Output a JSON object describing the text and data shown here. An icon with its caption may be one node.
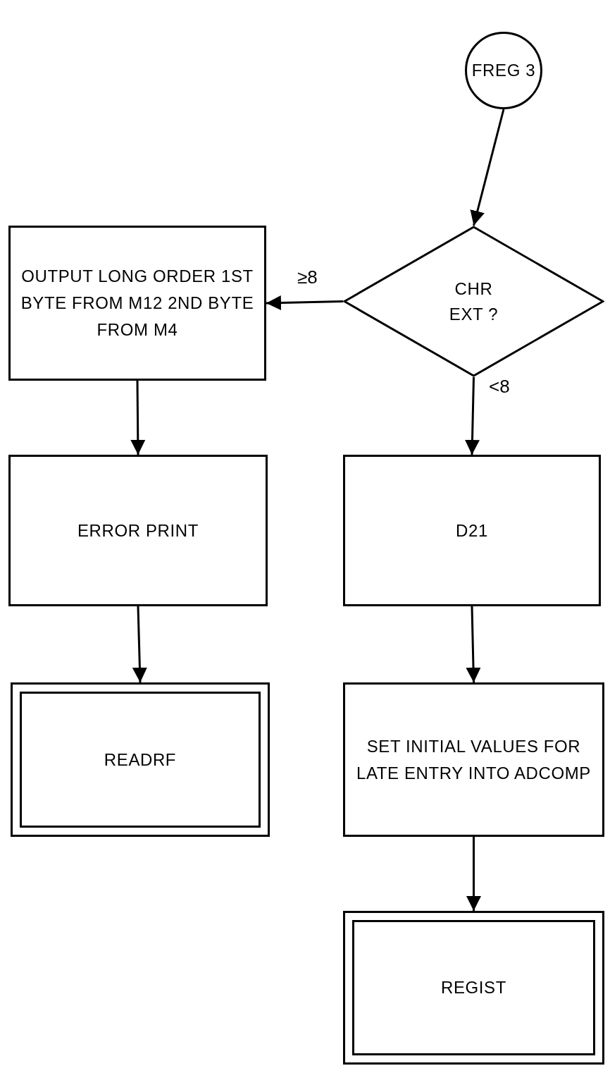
{
  "diagram": {
    "nodes": [
      {
        "text": [
          "FREG 3"
        ]
      },
      {
        "text": [
          "CHR EXT ?"
        ]
      },
      {
        "text": [
          "OUTPUT LONG ORDER 1ST BYTE FROM M12 2ND BYTE FROM M4"
        ]
      },
      {
        "text": [
          "ERROR PRINT"
        ]
      },
      {
        "text": [
          "READRF"
        ]
      },
      {
        "text": [
          "D21"
        ]
      },
      {
        "text": [
          "SET INITIAL VALUES FOR LATE ENTRY INTO ADCOMP"
        ]
      },
      {
        "text": [
          "REGIST"
        ]
      }
    ],
    "edges": [
      {
        "from": 0,
        "to": 1,
        "arrow": "to"
      },
      {
        "from": 1,
        "to": 2,
        "arrow": "to",
        "label": "≥8"
      },
      {
        "from": 1,
        "to": 5,
        "arrow": "to",
        "label": "<8"
      },
      {
        "from": 2,
        "to": 3,
        "arrow": "to"
      },
      {
        "from": 3,
        "to": 4,
        "arrow": "to"
      },
      {
        "from": 5,
        "to": 6,
        "arrow": "to"
      },
      {
        "from": 6,
        "to": 7,
        "arrow": "to"
      }
    ]
  }
}
